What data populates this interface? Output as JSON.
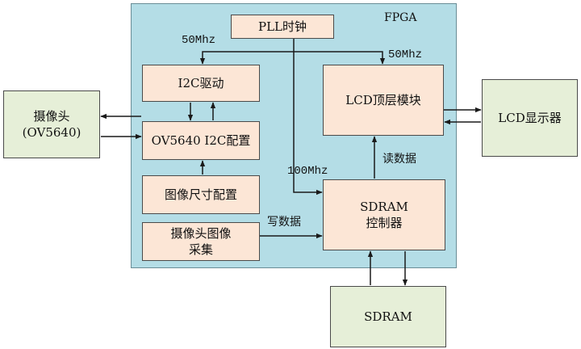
{
  "fpga": {
    "title": "FPGA"
  },
  "blocks": {
    "pll": "PLL时钟",
    "i2c_driver": "I2C驱动",
    "ov5640_config": "OV5640 I2C配置",
    "image_size_config": "图像尺寸配置",
    "camera_capture": "摄像头图像\n采集",
    "lcd_top": "LCD顶层模块",
    "sdram_ctrl": "SDRAM\n控制器"
  },
  "external": {
    "camera": "摄像头\n(OV5640)",
    "lcd_display": "LCD显示器",
    "sdram": "SDRAM"
  },
  "labels": {
    "clk_50_left": "50Mhz",
    "clk_50_right": "50Mhz",
    "clk_100": "100Mhz",
    "read_data": "读数据",
    "write_data": "写数据"
  },
  "colors": {
    "fpga_bg": "#b4dde6",
    "block_bg": "#fce6d6",
    "external_bg": "#e6efd8",
    "line": "#1a1a1a"
  }
}
